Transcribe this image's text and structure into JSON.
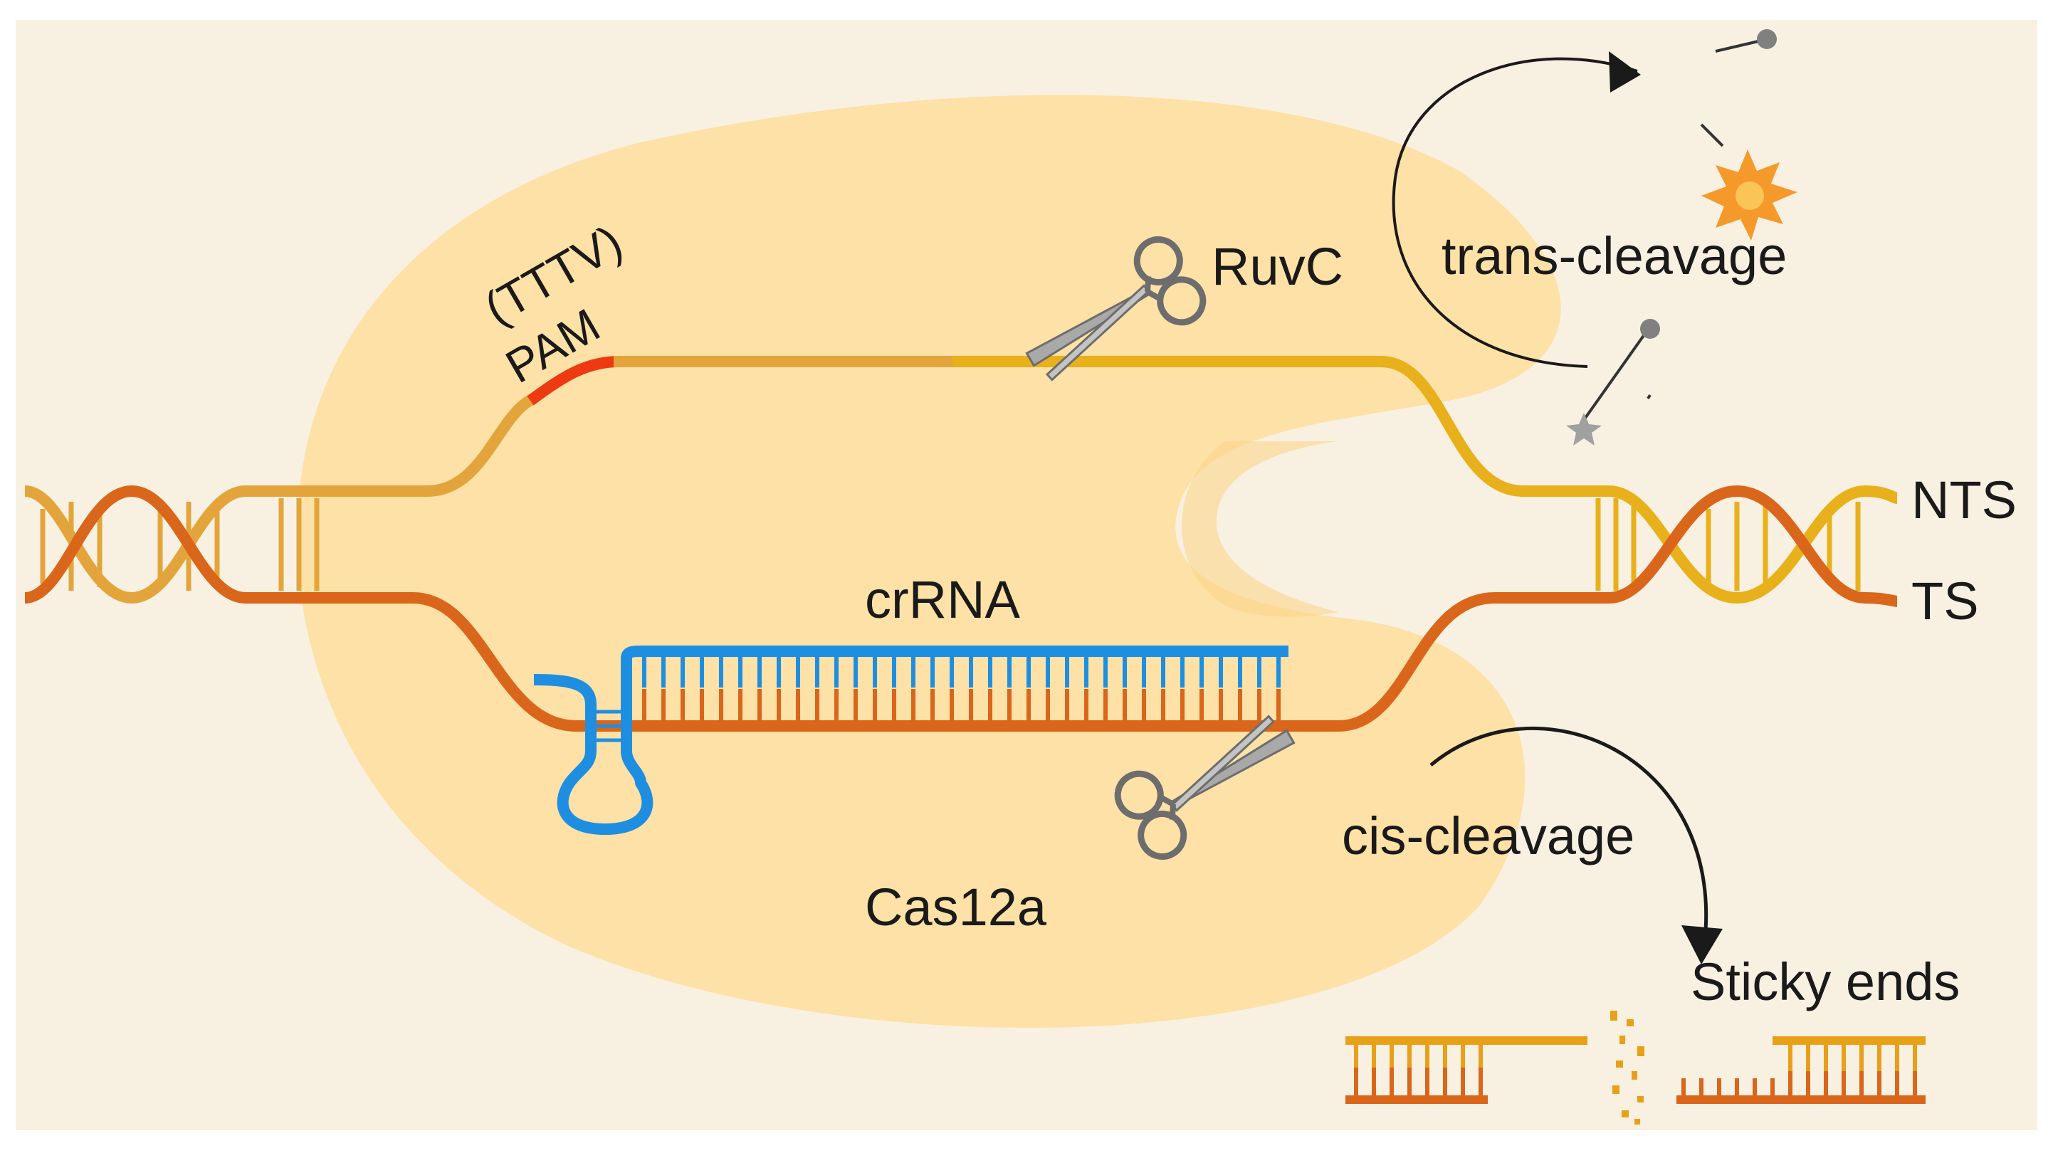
{
  "labels": {
    "pam_line1": "(TTTV)",
    "pam_line2": "PAM",
    "ruvc": "RuvC",
    "trans_cleavage": "trans-cleavage",
    "nts": "NTS",
    "ts": "TS",
    "crrna": "crRNA",
    "cas12a": "Cas12a",
    "cis_cleavage": "cis-cleavage",
    "sticky_ends": "Sticky ends"
  },
  "colors": {
    "background": "#f8f0e1",
    "protein": "#fde1a6",
    "ts_strand": "#d9661a",
    "nts_strand": "#e3a53b",
    "nts_right": "#e8b01a",
    "pam": "#ee3a12",
    "crrna": "#1e8fe0",
    "reporter": "#808080",
    "burst": "#f59a2a",
    "arrow": "#1a1a1a"
  },
  "icons": [
    "scissors-icon",
    "scissors-icon",
    "fluorescence-burst-icon",
    "reporter-probe-icon"
  ]
}
